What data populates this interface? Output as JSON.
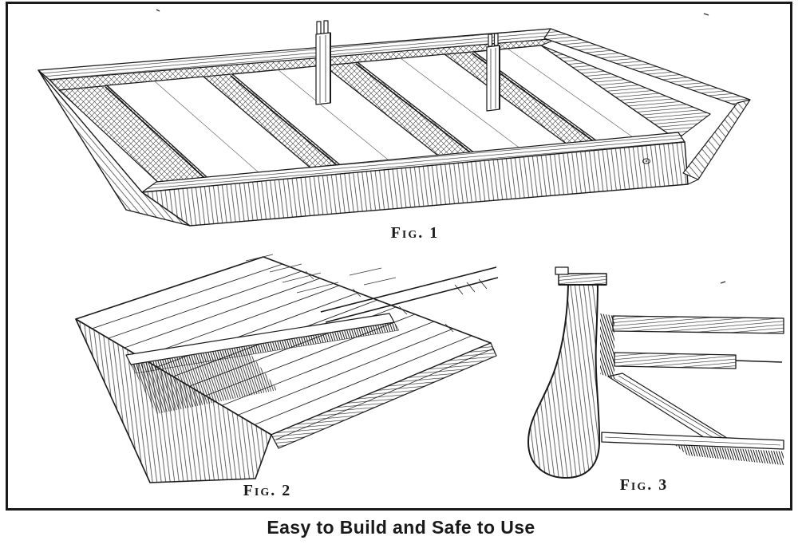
{
  "figures": [
    {
      "label": "Fig. 1"
    },
    {
      "label": "Fig. 2"
    },
    {
      "label": "Fig. 3"
    }
  ],
  "caption": "Easy to Build and Safe to Use",
  "colors": {
    "ink": "#1a1a1a",
    "paper": "#ffffff"
  }
}
